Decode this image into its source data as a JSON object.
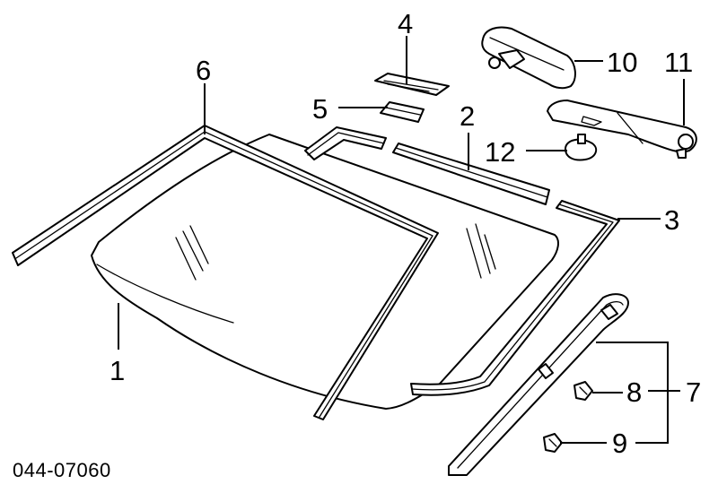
{
  "diagram": {
    "part_number": "044-07060",
    "callouts": [
      {
        "id": "c1",
        "label": "1"
      },
      {
        "id": "c2",
        "label": "2"
      },
      {
        "id": "c3",
        "label": "3"
      },
      {
        "id": "c4",
        "label": "4"
      },
      {
        "id": "c5",
        "label": "5"
      },
      {
        "id": "c6",
        "label": "6"
      },
      {
        "id": "c7",
        "label": "7"
      },
      {
        "id": "c8",
        "label": "8"
      },
      {
        "id": "c9",
        "label": "9"
      },
      {
        "id": "c10",
        "label": "10"
      },
      {
        "id": "c11",
        "label": "11"
      },
      {
        "id": "c12",
        "label": "12"
      }
    ]
  }
}
